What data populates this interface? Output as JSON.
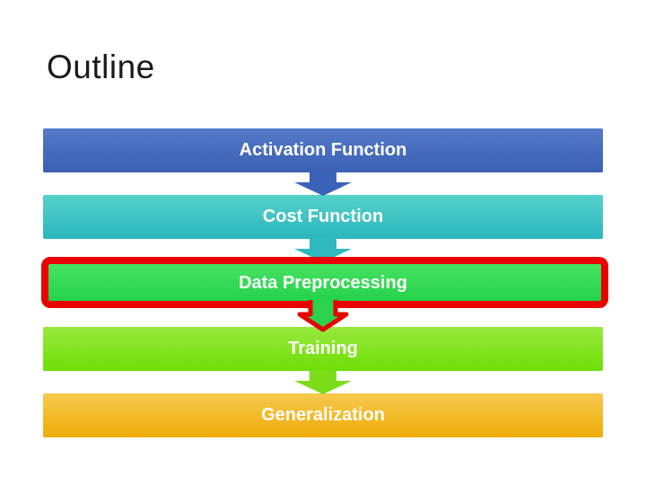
{
  "slide": {
    "title": "Outline",
    "title_color": "#1a1a1a",
    "background": "#ffffff"
  },
  "diagram": {
    "type": "vertical-flow",
    "text_color": "#ffffff",
    "highlight_color": "#e90000",
    "highlighted_step": "Data Preprocessing",
    "steps": [
      {
        "label": "Activation Function",
        "color_top": "#5679c9",
        "color_bottom": "#3b60b2",
        "arrow_color": "#3a62b8",
        "highlighted": false
      },
      {
        "label": "Cost Function",
        "color_top": "#56d1ca",
        "color_bottom": "#2bb7be",
        "arrow_color": "#2fb9be",
        "highlighted": false
      },
      {
        "label": "Data Preprocessing",
        "color_top": "#4ae364",
        "color_bottom": "#1fd048",
        "arrow_color": "#2bd24b",
        "highlighted": true
      },
      {
        "label": "Training",
        "color_top": "#98e93e",
        "color_bottom": "#6fde05",
        "arrow_color": "#7bdd1a",
        "highlighted": false
      },
      {
        "label": "Generalization",
        "color_top": "#f7c94f",
        "color_bottom": "#eeac07",
        "arrow_color": null,
        "highlighted": false
      }
    ]
  }
}
